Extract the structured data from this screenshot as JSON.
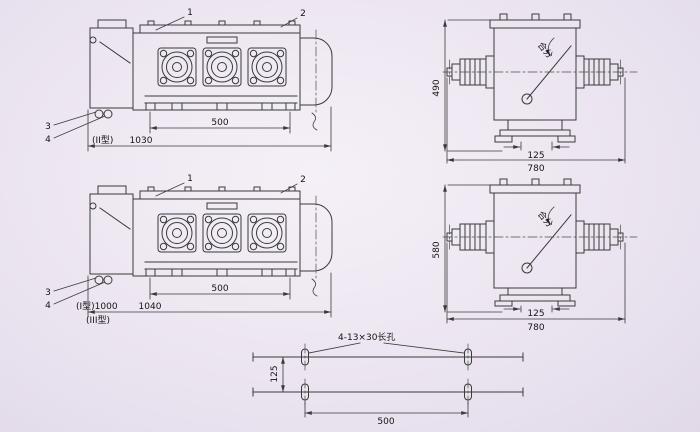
{
  "drawing": {
    "front_type2": {
      "c1": "1",
      "c2": "2",
      "c3": "3",
      "c4": "4",
      "dim_span": "500",
      "type_label": "(II型)",
      "dim_overall": "1030"
    },
    "side_top": {
      "dim_height": "490",
      "dim_feet": "125",
      "dim_width": "780",
      "switch": "合分"
    },
    "front_type13": {
      "c1": "1",
      "c2": "2",
      "c3": "3",
      "c4": "4",
      "dim_span": "500",
      "type1_label": "(I型)1000",
      "type3_label": "(III型)",
      "dim_overall": "1040"
    },
    "side_mid": {
      "dim_height": "580",
      "dim_feet": "125",
      "dim_width": "780",
      "switch": "合分"
    },
    "mount": {
      "holes_label": "4-13×30长孔",
      "dim_pitch": "125",
      "dim_span": "500"
    }
  }
}
